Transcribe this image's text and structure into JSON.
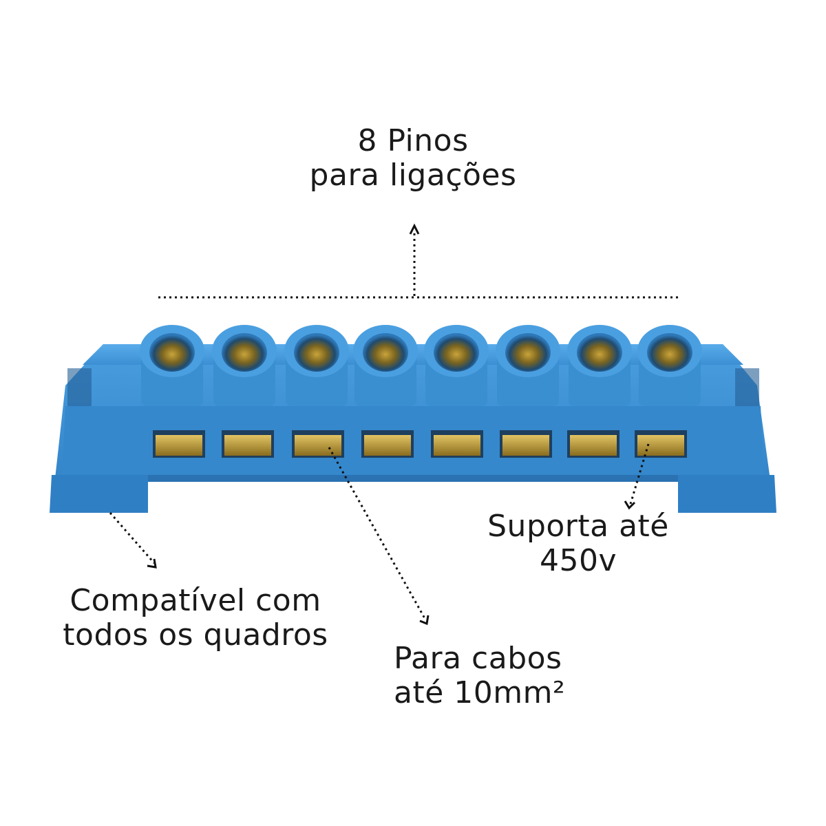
{
  "labels": {
    "pins": {
      "line1": "8 Pinos",
      "line2": "para ligações"
    },
    "compat": {
      "line1": "Compatível com",
      "line2": "todos os quadros"
    },
    "cables": {
      "line1": "Para cabos",
      "line2": "até 10mm²"
    },
    "voltage": {
      "line1": "Suporta até",
      "line2": "450v"
    }
  },
  "product": {
    "pin_count": 8,
    "body_color": "#3a8fd0",
    "brass_color": "#b8962a"
  }
}
